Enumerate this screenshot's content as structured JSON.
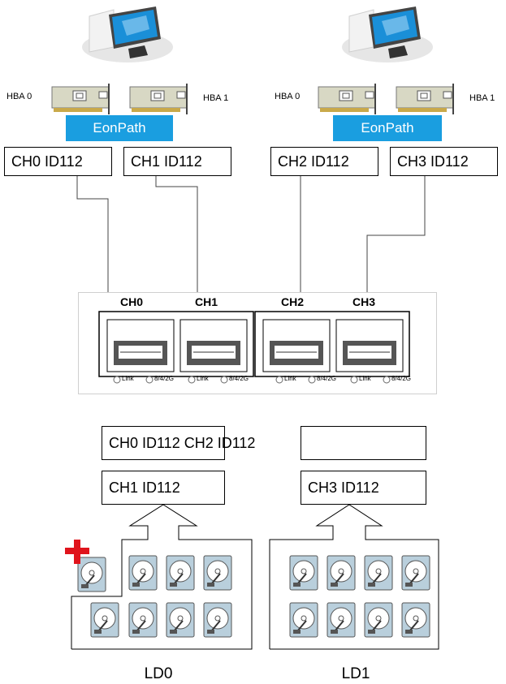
{
  "hosts": [
    {
      "computer_icon": "computer-icon",
      "hba_left": "HBA 0",
      "hba_right": "HBA 1",
      "eonpath": "EonPath",
      "channels": [
        "CH0 ID112",
        "CH1 ID112"
      ]
    },
    {
      "computer_icon": "computer-icon",
      "hba_left": "HBA 0",
      "hba_right": "HBA 1",
      "eonpath": "EonPath",
      "channels": [
        "CH2 ID112",
        "CH3 ID112"
      ]
    }
  ],
  "controller": {
    "ports": [
      "CH0",
      "CH1",
      "CH2",
      "CH3"
    ],
    "led_link": "Link",
    "led_speed": "8/4/2G"
  },
  "logical_drives": [
    {
      "label": "LD0",
      "mapping_top": "CH0 ID112 CH2 ID112",
      "mapping_bottom": "CH1 ID112",
      "spare_icon": "hot-spare-plus-icon"
    },
    {
      "label": "LD1",
      "mapping_top": "",
      "mapping_bottom": "CH3 ID112"
    }
  ],
  "colors": {
    "eonpath": "#1a9ee0",
    "disk": "#b9cfdc",
    "spare_plus": "#e0141c"
  }
}
